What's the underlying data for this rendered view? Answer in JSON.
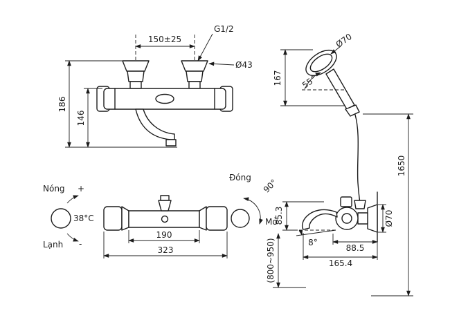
{
  "title": "Bath shower mixer technical drawing",
  "colors": {
    "ink": "#1c1c1c",
    "background": "#ffffff"
  },
  "front_view": {
    "inlet_spacing": "150±25",
    "thread_size": "G1/2",
    "escutcheon_diameter": "Ø43",
    "total_height": "186",
    "body_height": "146"
  },
  "hand_shower": {
    "head_diameter": "Ø70",
    "head_height": "167",
    "head_angle": "55°"
  },
  "hose": {
    "length": "1650"
  },
  "top_view": {
    "hot_label": "Nóng",
    "hot_sign": "+",
    "temperature": "38°C",
    "cold_label": "Lạnh",
    "cold_sign": "-",
    "close_label": "Đóng",
    "close_angle": "90°",
    "open_label": "Mở",
    "center_distance": "190",
    "total_width": "323"
  },
  "side_view": {
    "spout_drop": "85.3",
    "spout_angle": "8°",
    "bracket_offset": "88.5",
    "total_depth": "165.4",
    "install_height": "(800~950)",
    "flange_diameter": "Ø70"
  }
}
